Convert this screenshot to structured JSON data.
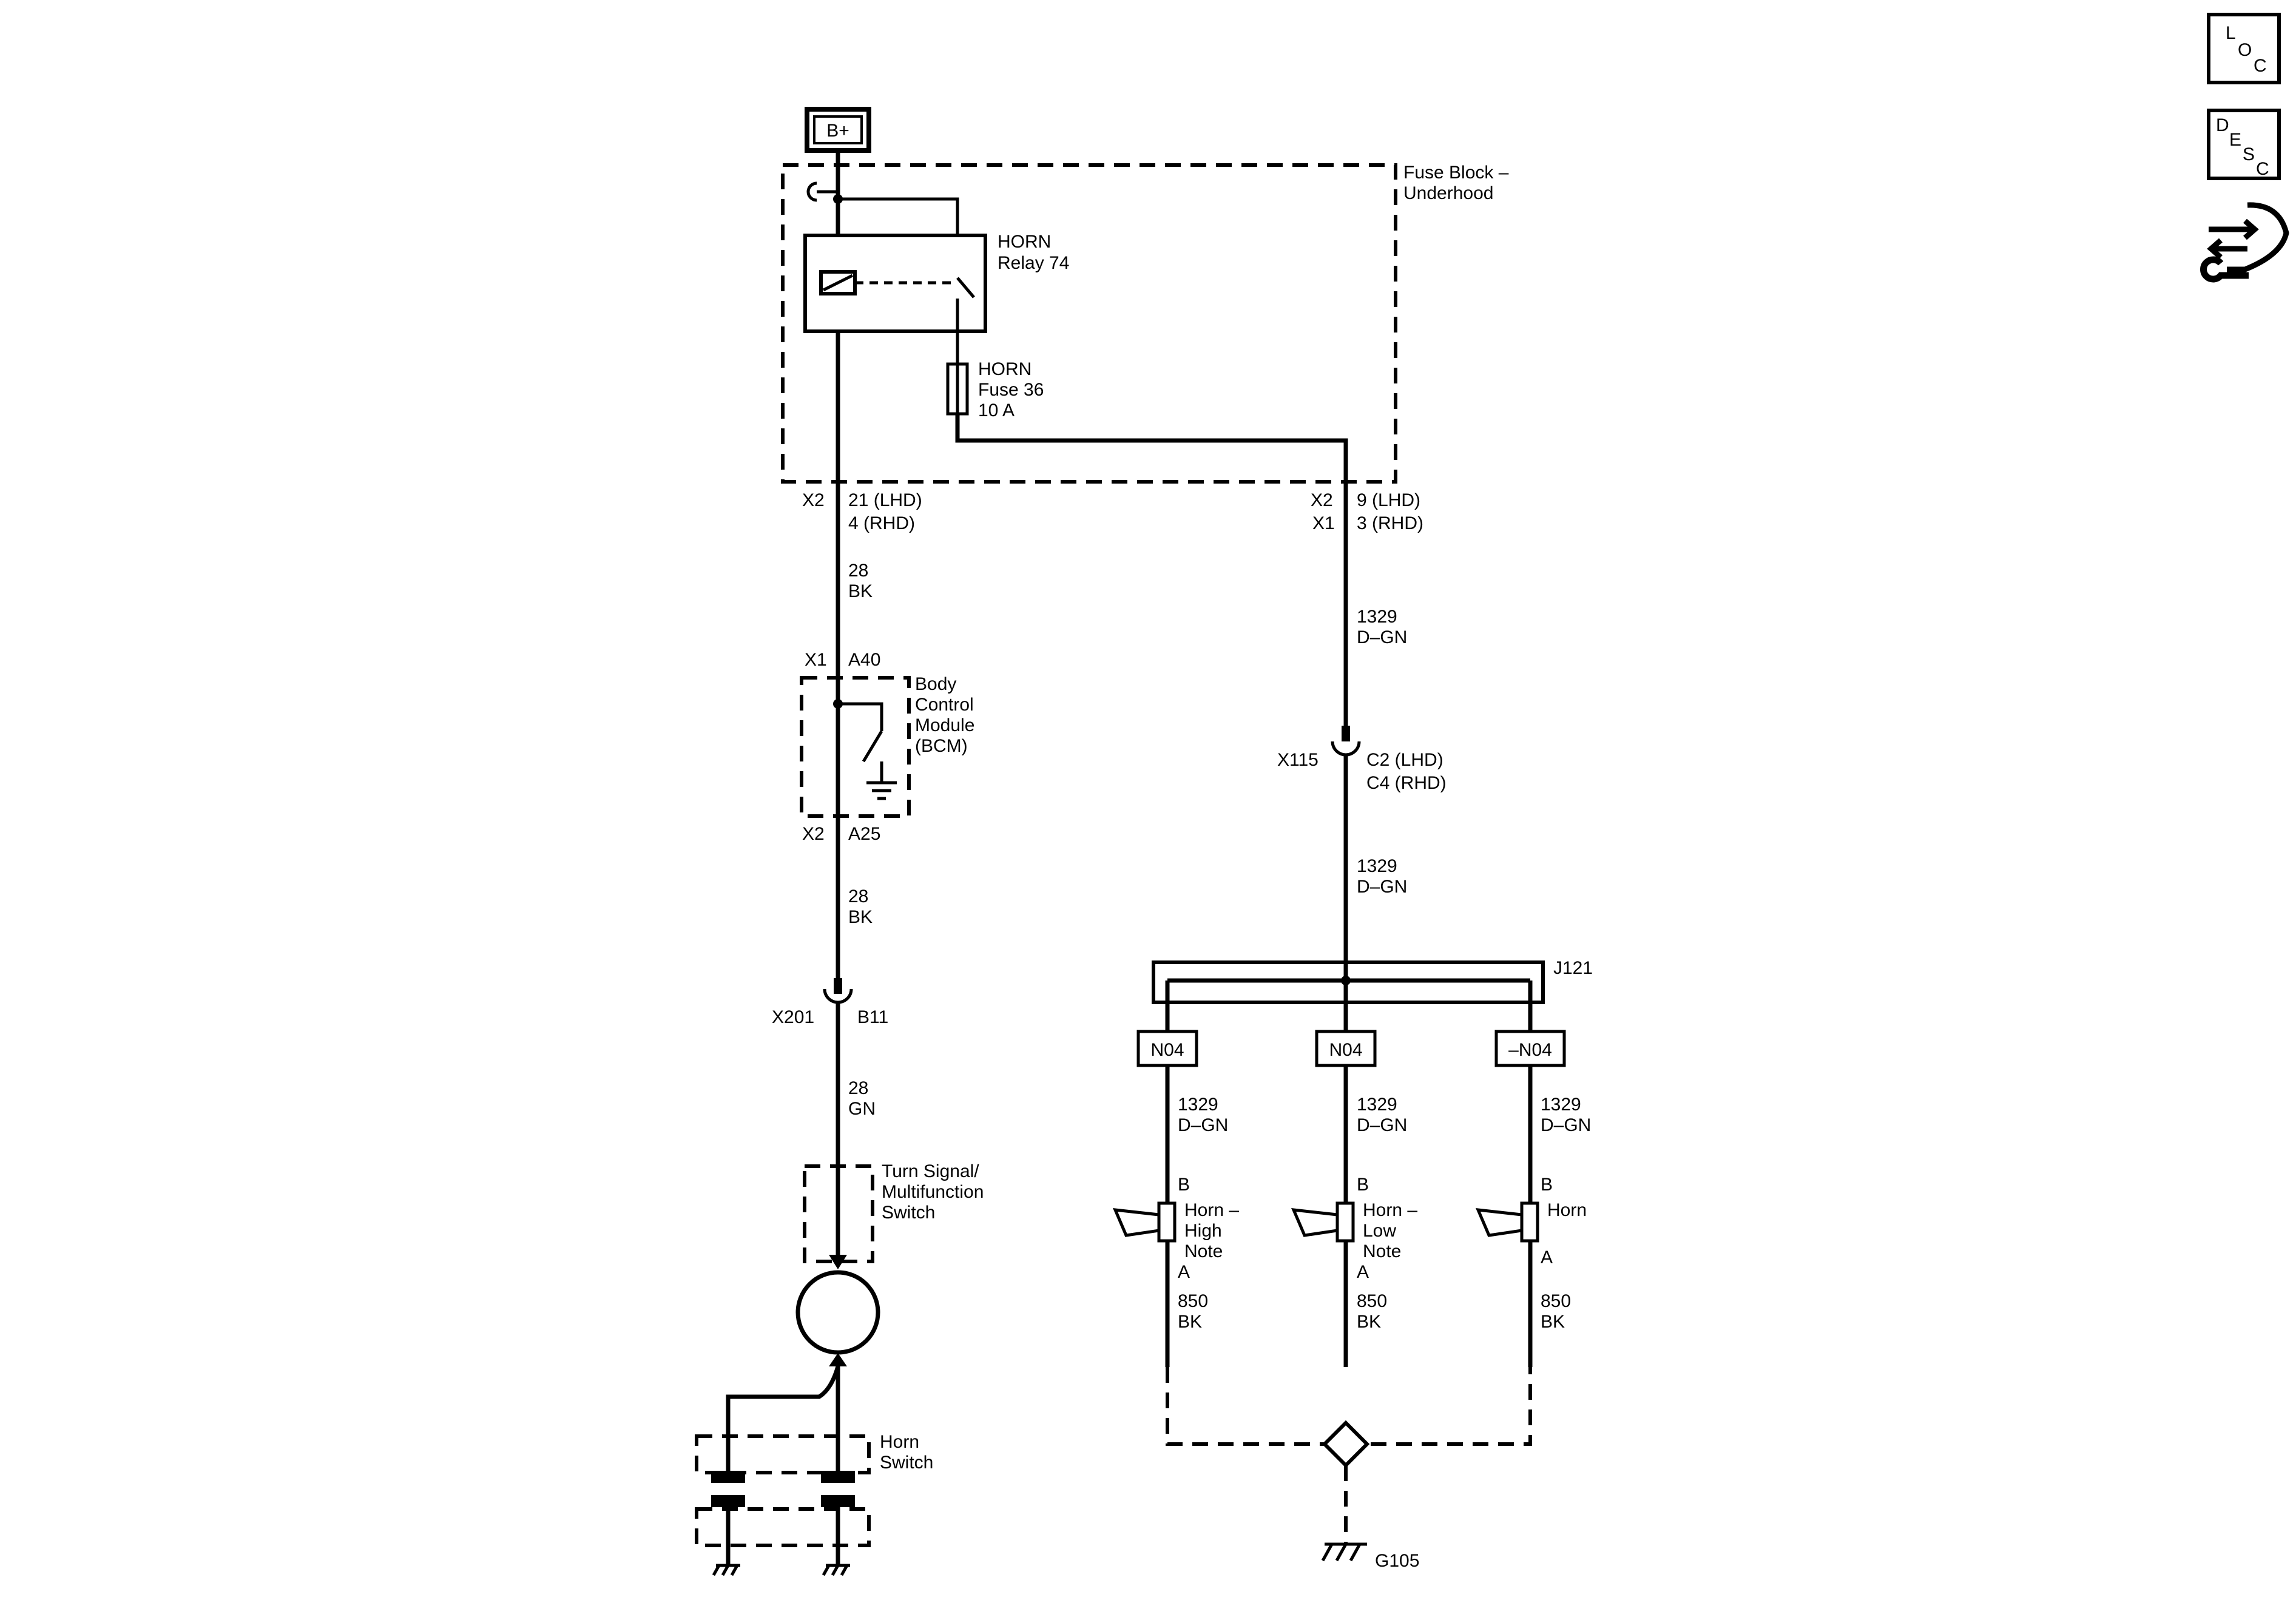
{
  "supply": {
    "label": "B+"
  },
  "fuse_block": {
    "name_line1": "Fuse Block –",
    "name_line2": "Underhood",
    "relay_line1": "HORN",
    "relay_line2": "Relay 74",
    "fuse_line1": "HORN",
    "fuse_line2": "Fuse 36",
    "fuse_line3": "10 A",
    "conn_left_a": "X2",
    "pin_left_a": "21 (LHD)",
    "pin_left_b": "4 (RHD)",
    "conn_right_a": "X2",
    "conn_right_b": "X1",
    "pin_right_a": "9 (LHD)",
    "pin_right_b": "3 (RHD)"
  },
  "left_branch": {
    "wire1_num": "28",
    "wire1_color": "BK",
    "bcm_conn_top": "X1",
    "bcm_pin_top": "A40",
    "bcm_line1": "Body",
    "bcm_line2": "Control",
    "bcm_line3": "Module",
    "bcm_line4": "(BCM)",
    "bcm_conn_bot": "X2",
    "bcm_pin_bot": "A25",
    "wire2_num": "28",
    "wire2_color": "BK",
    "x201_conn": "X201",
    "x201_pin": "B11",
    "wire3_num": "28",
    "wire3_color": "GN",
    "tsw_line1": "Turn Signal/",
    "tsw_line2": "Multifunction",
    "tsw_line3": "Switch",
    "hsw_line1": "Horn",
    "hsw_line2": "Switch"
  },
  "right_branch": {
    "wire1_num": "1329",
    "wire1_color": "D–GN",
    "x115_conn": "X115",
    "x115_pin_a": "C2 (LHD)",
    "x115_pin_b": "C4 (RHD)",
    "wire2_num": "1329",
    "wire2_color": "D–GN",
    "splice_label": "J121",
    "ground_label": "G105",
    "horns": [
      {
        "option": "N04",
        "wire_num": "1329",
        "wire_color": "D–GN",
        "pin_b": "B",
        "name1": "Horn –",
        "name2": "High",
        "name3": "Note",
        "pin_a": "A",
        "gnd_num": "850",
        "gnd_color": "BK"
      },
      {
        "option": "N04",
        "wire_num": "1329",
        "wire_color": "D–GN",
        "pin_b": "B",
        "name1": "Horn –",
        "name2": "Low",
        "name3": "Note",
        "pin_a": "A",
        "gnd_num": "850",
        "gnd_color": "BK"
      },
      {
        "option": "–N04",
        "wire_num": "1329",
        "wire_color": "D–GN",
        "pin_b": "B",
        "name1": "Horn",
        "name2": "",
        "name3": "",
        "pin_a": "A",
        "gnd_num": "850",
        "gnd_color": "BK"
      }
    ]
  },
  "nav": {
    "loc": [
      "L",
      "O",
      "C"
    ],
    "desc": [
      "D",
      "E",
      "S",
      "C"
    ],
    "service_icon": "wrench-arrows-icon"
  }
}
